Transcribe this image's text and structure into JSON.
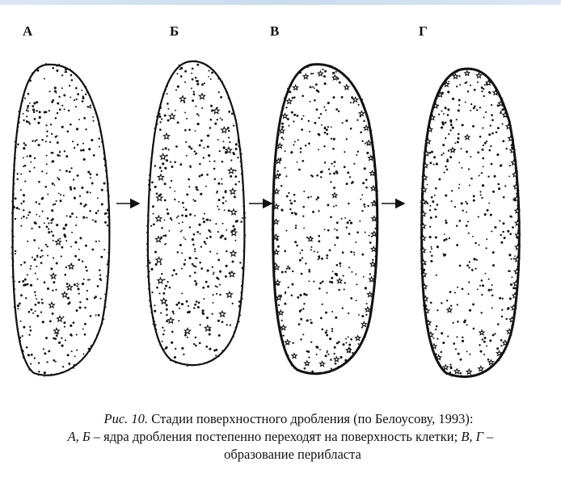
{
  "stages": [
    {
      "label": "А"
    },
    {
      "label": "Б"
    },
    {
      "label": "В"
    },
    {
      "label": "Г"
    }
  ],
  "arrows": [
    "arrow-right-icon",
    "arrow-right-icon",
    "arrow-right-icon"
  ],
  "caption": {
    "fig_prefix": "Рис. 10.",
    "line1_rest": " Стадии поверхностного дробления (по Белоусову, 1993):",
    "line2_italic_a": "А, Б",
    "line2_text": " – ядра дробления постепенно переходят на поверхность клетки; ",
    "line2_italic_b": "В, Г",
    "line2_dash": " –",
    "line3": "образование перибласта"
  }
}
